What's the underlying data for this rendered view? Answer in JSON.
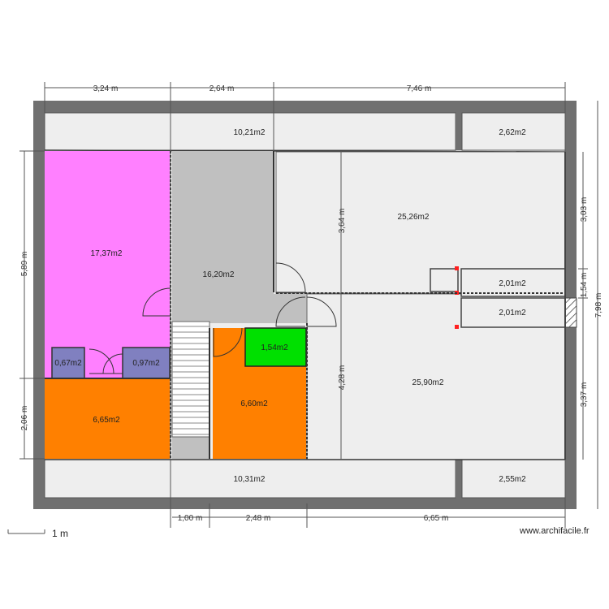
{
  "rooms": {
    "top_corridor": "10,21m2",
    "top_right_small": "2,62m2",
    "pink_room": "17,37m2",
    "grey_hall": "16,20m2",
    "big_room_top": "25,26m2",
    "closet_upper": "2,01m2",
    "closet_lower": "2,01m2",
    "wc_left": "0,67m2",
    "wc_right": "0,97m2",
    "green_room": "1,54m2",
    "orange_left": "6,65m2",
    "orange_middle": "6,60m2",
    "big_room_bottom": "25,90m2",
    "bottom_corridor": "10,31m2",
    "bottom_right_small": "2,55m2"
  },
  "dimensions": {
    "top_1": "3,24 m",
    "top_2": "2,64 m",
    "top_3": "7,46 m",
    "bottom_1": "1,00 m",
    "bottom_2": "2,48 m",
    "bottom_3": "6,65 m",
    "left_1": "5,89 m",
    "left_2": "2,06 m",
    "inner_1": "3,64 m",
    "inner_2": "4,28 m",
    "right_1": "3,03 m",
    "right_2": "1,54 m",
    "right_3": "3,37 m",
    "right_total": "7,98 m"
  },
  "scale_label": "1 m",
  "credit": "www.archifacile.fr",
  "colors": {
    "wall": "#707070",
    "pink": "#ff80ff",
    "grey": "#c0c0c0",
    "light": "#eeeeee",
    "blue_grey": "#8080c0",
    "green": "#00e000",
    "orange": "#ff8000",
    "marker": "#ff2020"
  }
}
